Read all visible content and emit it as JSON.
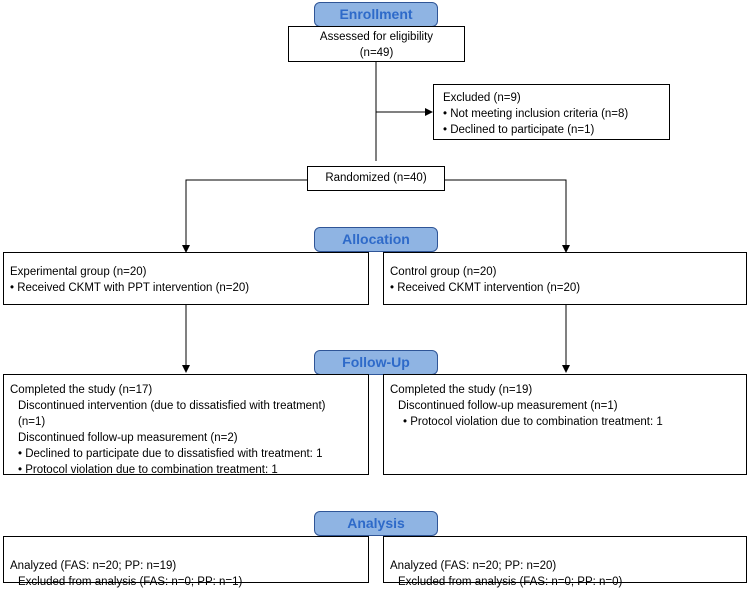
{
  "stages": {
    "enrollment": "Enrollment",
    "allocation": "Allocation",
    "follow_up": "Follow-Up",
    "analysis": "Analysis"
  },
  "assessed": {
    "title": "Assessed for eligibility",
    "count": "(n=49)"
  },
  "excluded": {
    "title": "Excluded  (n=9)",
    "items": [
      "• Not meeting inclusion criteria (n=8)",
      "• Declined to participate (n=1)"
    ]
  },
  "randomized": "Randomized (n=40)",
  "allocation": {
    "experimental": {
      "title": "Experimental group (n=20)",
      "detail": "• Received CKMT with PPT intervention (n=20)"
    },
    "control": {
      "title": "Control group (n=20)",
      "detail": "• Received CKMT intervention (n=20)"
    }
  },
  "follow_up": {
    "experimental": {
      "title": "Completed the study (n=17)",
      "discontinued_intervention": "Discontinued intervention (due to dissatisfied with treatment)",
      "discontinued_intervention_n": "(n=1)",
      "discontinued_measurement": "Discontinued follow-up measurement (n=2)",
      "items": [
        "• Declined to participate due to dissatisfied with treatment: 1",
        "• Protocol violation due to combination treatment: 1"
      ]
    },
    "control": {
      "title": "Completed the study (n=19)",
      "discontinued_measurement": "Discontinued follow-up measurement (n=1)",
      "items": [
        "• Protocol violation due to combination treatment: 1"
      ]
    }
  },
  "analysis": {
    "experimental": {
      "analyzed": "Analyzed (FAS: n=20; PP: n=19)",
      "excluded": "Excluded from analysis (FAS: n=0; PP: n=1)"
    },
    "control": {
      "analyzed": "Analyzed (FAS: n=20; PP: n=20)",
      "excluded": "Excluded from analysis (FAS: n=0; PP: n=0)"
    }
  }
}
